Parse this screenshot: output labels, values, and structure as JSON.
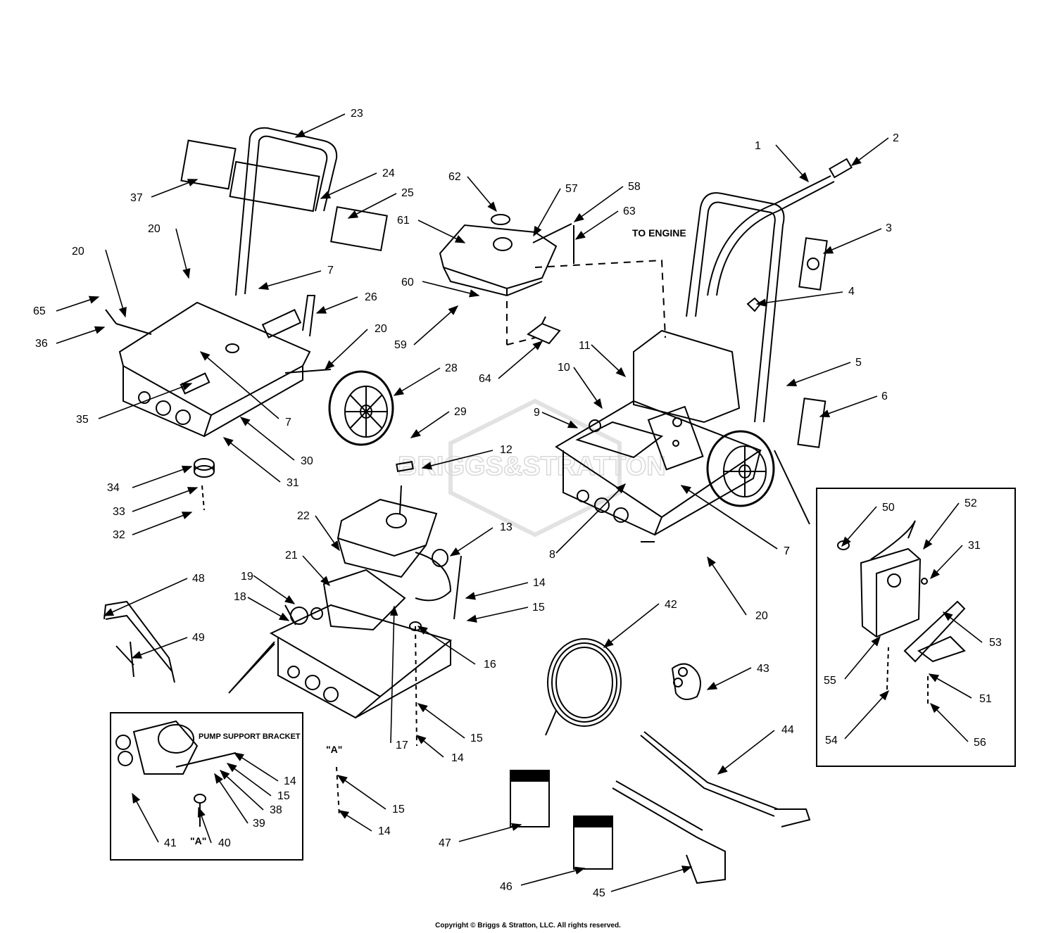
{
  "watermark": "BRIGGS&STRATTON",
  "callouts": {
    "to_engine": "TO ENGINE",
    "pump_support_bracket": "PUMP SUPPORT BRACKET",
    "detail_a_main": "\"A\"",
    "detail_a_inset": "\"A\""
  },
  "copyright": "Copyright © Briggs & Stratton, LLC. All rights reserved.",
  "part_labels": [
    "1",
    "2",
    "3",
    "4",
    "5",
    "6",
    "7",
    "7",
    "7",
    "7",
    "8",
    "9",
    "10",
    "11",
    "12",
    "13",
    "14",
    "14",
    "14",
    "14",
    "15",
    "15",
    "15",
    "15",
    "16",
    "17",
    "18",
    "19",
    "20",
    "20",
    "20",
    "20",
    "21",
    "22",
    "23",
    "24",
    "25",
    "26",
    "28",
    "29",
    "30",
    "31",
    "31",
    "32",
    "33",
    "34",
    "35",
    "36",
    "37",
    "38",
    "39",
    "40",
    "41",
    "42",
    "43",
    "44",
    "45",
    "46",
    "47",
    "48",
    "49",
    "50",
    "51",
    "52",
    "53",
    "54",
    "55",
    "56",
    "57",
    "58",
    "59",
    "60",
    "61",
    "62",
    "63",
    "64",
    "65"
  ]
}
